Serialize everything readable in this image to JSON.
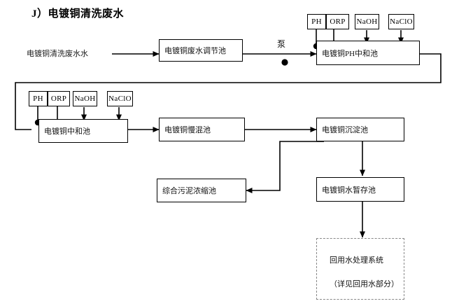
{
  "diagram": {
    "title": "J）电镀铜清洗废水",
    "inlet_label": "电镀铜清洗废水水",
    "pump_label": "泵",
    "type": "process-flow-diagram",
    "nodes": [
      {
        "id": "adjust-tank",
        "label": "电镀铜废水调节池"
      },
      {
        "id": "ph-neutral-tank",
        "label": "电镀铜PH中和池"
      },
      {
        "id": "neutral-tank",
        "label": "电镀铜中和池"
      },
      {
        "id": "slow-mix-tank",
        "label": "电镀铜慢混池"
      },
      {
        "id": "sediment-tank",
        "label": "电镀铜沉淀池"
      },
      {
        "id": "storage-tank",
        "label": "电镀铜水暂存池"
      },
      {
        "id": "sludge-thickener",
        "label": "综合污泥浓缩池"
      },
      {
        "id": "reuse-water-system",
        "label_line1": "回用水处理系统",
        "label_line2": "（详见回用水部分）"
      }
    ],
    "dosing_row_top": [
      {
        "id": "ph-top",
        "label": "PH"
      },
      {
        "id": "orp-top",
        "label": "ORP"
      },
      {
        "id": "naoh-top",
        "label": "NaOH"
      },
      {
        "id": "naclo-top",
        "label": "NaClO"
      }
    ],
    "dosing_row_mid": [
      {
        "id": "ph-mid",
        "label": "PH"
      },
      {
        "id": "orp-mid",
        "label": "ORP"
      },
      {
        "id": "naoh-mid",
        "label": "NaOH"
      },
      {
        "id": "naclo-mid",
        "label": "NaClO"
      }
    ],
    "colors": {
      "line": "#000000",
      "box_border": "#000000",
      "dashed_border": "#888888",
      "background": "#ffffff",
      "text": "#111111"
    }
  }
}
